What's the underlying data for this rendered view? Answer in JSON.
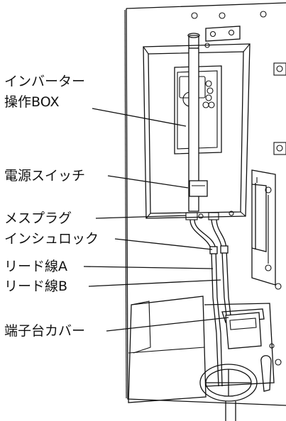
{
  "labels": {
    "inverter_box_line1": "インバーター",
    "inverter_box_line2": "操作BOX",
    "power_switch": "電源スイッチ",
    "female_plug": "メスプラグ",
    "insulock": "インシュロック",
    "lead_wire_a": "リード線A",
    "lead_wire_b": "リード線B",
    "terminal_cover": "端子台カバー"
  },
  "colors": {
    "ink": "#111111",
    "background": "#ffffff"
  }
}
